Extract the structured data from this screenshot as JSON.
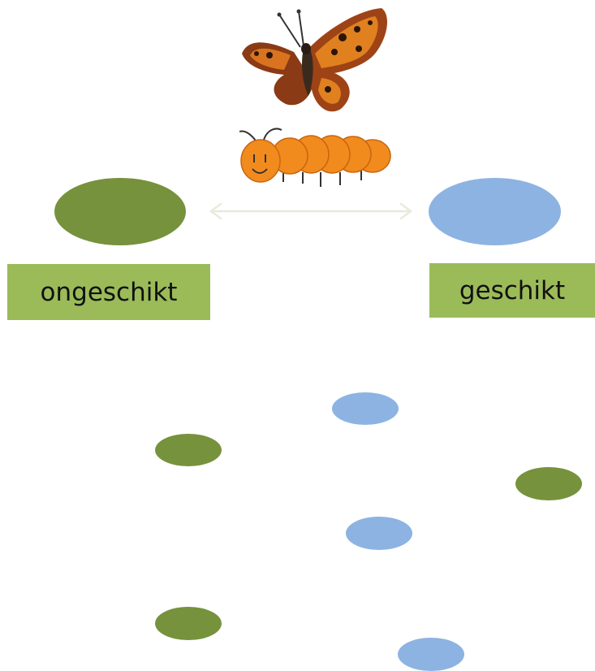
{
  "colors": {
    "unskilled": "#76923c",
    "skilled": "#8db3e2",
    "label_bg": "#9bbb59",
    "arrow": "#e8ebdc"
  },
  "images": {
    "butterfly": "butterfly-illustration",
    "caterpillar": "caterpillar-drawing"
  },
  "labels": {
    "left": "ongeschikt",
    "right": "geschikt"
  },
  "scatter_ovals": [
    {
      "kind": "skilled"
    },
    {
      "kind": "unskilled"
    },
    {
      "kind": "unskilled"
    },
    {
      "kind": "skilled"
    },
    {
      "kind": "unskilled"
    },
    {
      "kind": "skilled"
    }
  ]
}
